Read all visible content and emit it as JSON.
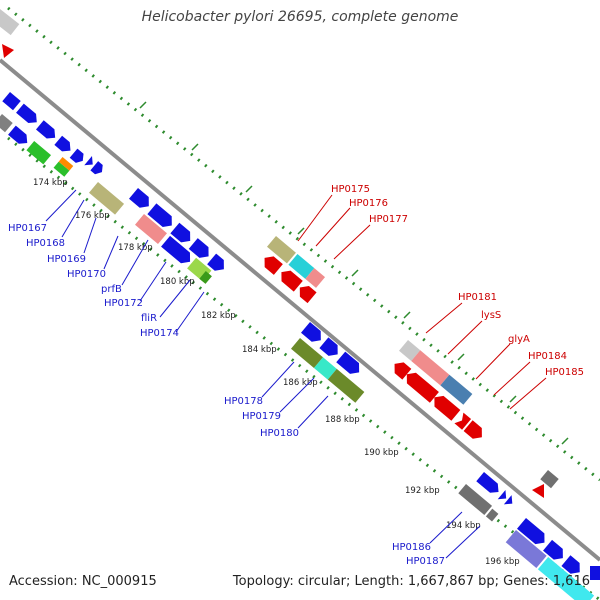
{
  "title": "Helicobacter pylori 26695, complete genome",
  "footer": {
    "accession": "Accession: NC_000915",
    "summary": "Topology: circular; Length: 1,667,867 bp; Genes: 1,616"
  },
  "colors": {
    "backbone": "#8c8c8c",
    "tick": "#2e8b2e",
    "label_blue": "#1a1acc",
    "label_red": "#cc0000"
  },
  "scale_labels": [
    "174 kbp",
    "176 kbp",
    "178 kbp",
    "180 kbp",
    "182 kbp",
    "184 kbp",
    "186 kbp",
    "188 kbp",
    "190 kbp",
    "192 kbp",
    "194 kbp",
    "196 kbp"
  ],
  "gene_labels_blue": [
    "HP0167",
    "HP0168",
    "HP0169",
    "HP0170",
    "prfB",
    "HP0172",
    "fliR",
    "HP0174",
    "HP0178",
    "HP0179",
    "HP0180",
    "HP0186",
    "HP0187"
  ],
  "gene_labels_red": [
    "HP0175",
    "HP0176",
    "HP0177",
    "HP0181",
    "lysS",
    "glyA",
    "HP0184",
    "HP0185"
  ]
}
